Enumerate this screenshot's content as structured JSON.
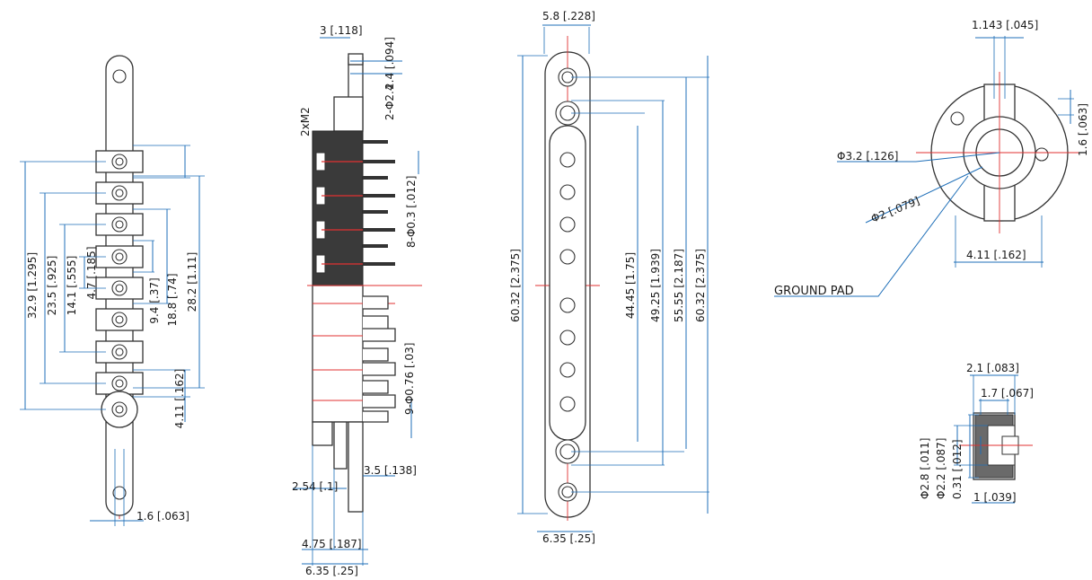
{
  "views": {
    "front": {
      "dims": {
        "d1": "32.9 [1.295]",
        "d2": "23.5 [.925]",
        "d3": "14.1 [.555]",
        "d4": "4.7 [.185]",
        "d5": "9.4 [.37]",
        "d6": "18.8 [.74]",
        "d7": "28.2 [1.11]",
        "d8": "4.11 [.162]",
        "d9": "1.6 [.063]"
      }
    },
    "side": {
      "dims": {
        "d1": "3 [.118]",
        "d2": "2.4 [.094]",
        "d3": "2-Φ2.4",
        "d4": "2xM2",
        "d5": "8-Φ0.3 [.012]",
        "d6": "9-Φ0.76 [.03]",
        "d7": "3.5 [.138]",
        "d8": "2.54 [.1]",
        "d9": "4.75 [.187]",
        "d10": "6.35 [.25]"
      }
    },
    "rear": {
      "dims": {
        "d1": "5.8 [.228]",
        "d2": "60.32 [2.375]",
        "d3": "44.45 [1.75]",
        "d4": "49.25 [1.939]",
        "d5": "55.55 [2.187]",
        "d6": "60.32 [2.375]",
        "d7": "6.35 [.25]"
      }
    },
    "detail_top": {
      "dims": {
        "d1": "1.143 [.045]",
        "d2": "1.6 [.063]",
        "d3": "Φ3.2 [.126]",
        "d4": "Φ2 [.079]",
        "d5": "4.11 [.162]"
      },
      "ground_pad_label": "GROUND PAD"
    },
    "detail_small": {
      "dims": {
        "d1": "2.1 [.083]",
        "d2": "1.7 [.067]",
        "d3": "Φ2.8 [.011]",
        "d4": "Φ2.2 [.087]",
        "d5": "0.31 [.012]",
        "d6": "1 [.039]"
      }
    }
  },
  "colors": {
    "dimension_line": "#1f6fb8",
    "center_line": "#e03030",
    "body_dark": "#3a3a3a",
    "outline": "#333333"
  }
}
